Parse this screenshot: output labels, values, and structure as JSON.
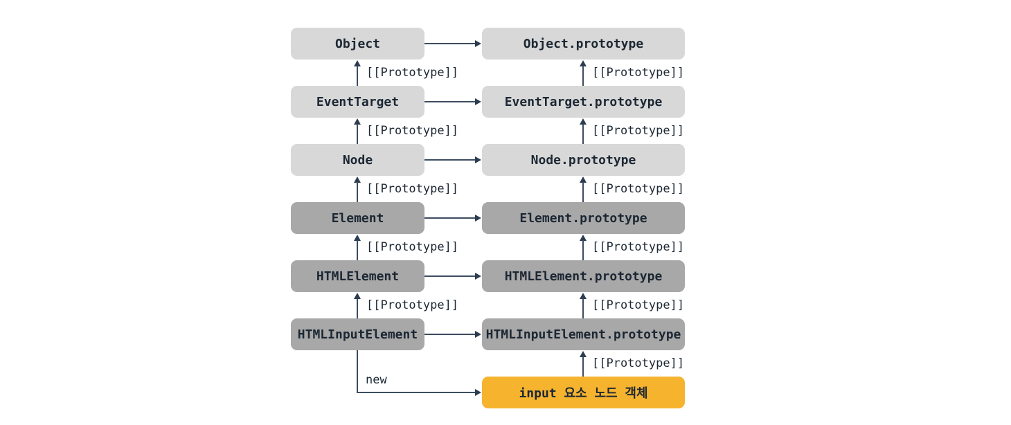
{
  "diagram": {
    "rows": [
      {
        "left": "Object",
        "right": "Object.prototype"
      },
      {
        "left": "EventTarget",
        "right": "EventTarget.prototype"
      },
      {
        "left": "Node",
        "right": "Node.prototype"
      },
      {
        "left": "Element",
        "right": "Element.prototype"
      },
      {
        "left": "HTMLElement",
        "right": "HTMLElement.prototype"
      },
      {
        "left": "HTMLInputElement",
        "right": "HTMLInputElement.prototype"
      }
    ],
    "instance_label": "input 요소 노드 객체",
    "prototype_label": "[[Prototype]]",
    "new_label": "new",
    "colors": {
      "light_box": "#d8d8d8",
      "dark_box": "#a8a8a8",
      "highlight_box": "#f5b32e",
      "arrow": "#3c4c60",
      "text": "#1c2733",
      "background": "#ffffff"
    }
  }
}
